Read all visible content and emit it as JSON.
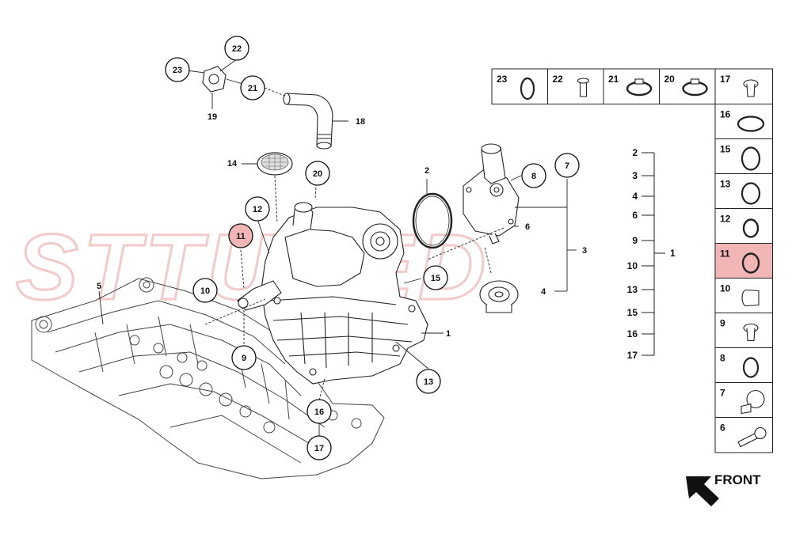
{
  "watermark": "STTUNED",
  "front_label": "FRONT",
  "highlight_color": "#f2b6b6",
  "watermark_color": "#f6d9d9",
  "callouts": {
    "c23": "23",
    "c22": "22",
    "c21": "21",
    "c19": "19",
    "c18": "18",
    "c20": "20",
    "c14": "14",
    "c12": "12",
    "c11": "11",
    "c10": "10",
    "c9": "9",
    "c5": "5",
    "c2": "2",
    "c8": "8",
    "c7": "7",
    "c6": "6",
    "c3": "3",
    "c4": "4",
    "c15": "15",
    "c1": "1",
    "c13": "13",
    "c16": "16",
    "c17": "17"
  },
  "assembly_tree": {
    "root": "1",
    "rows": [
      "2",
      "3",
      "4",
      "6",
      "9",
      "10",
      "13",
      "15",
      "16",
      "17"
    ]
  },
  "parts_table": {
    "top_row": [
      "23",
      "22",
      "21",
      "20",
      "17"
    ],
    "side_column": [
      "16",
      "15",
      "13",
      "12",
      "11",
      "10",
      "9",
      "8",
      "7",
      "6"
    ],
    "highlighted": "11"
  }
}
